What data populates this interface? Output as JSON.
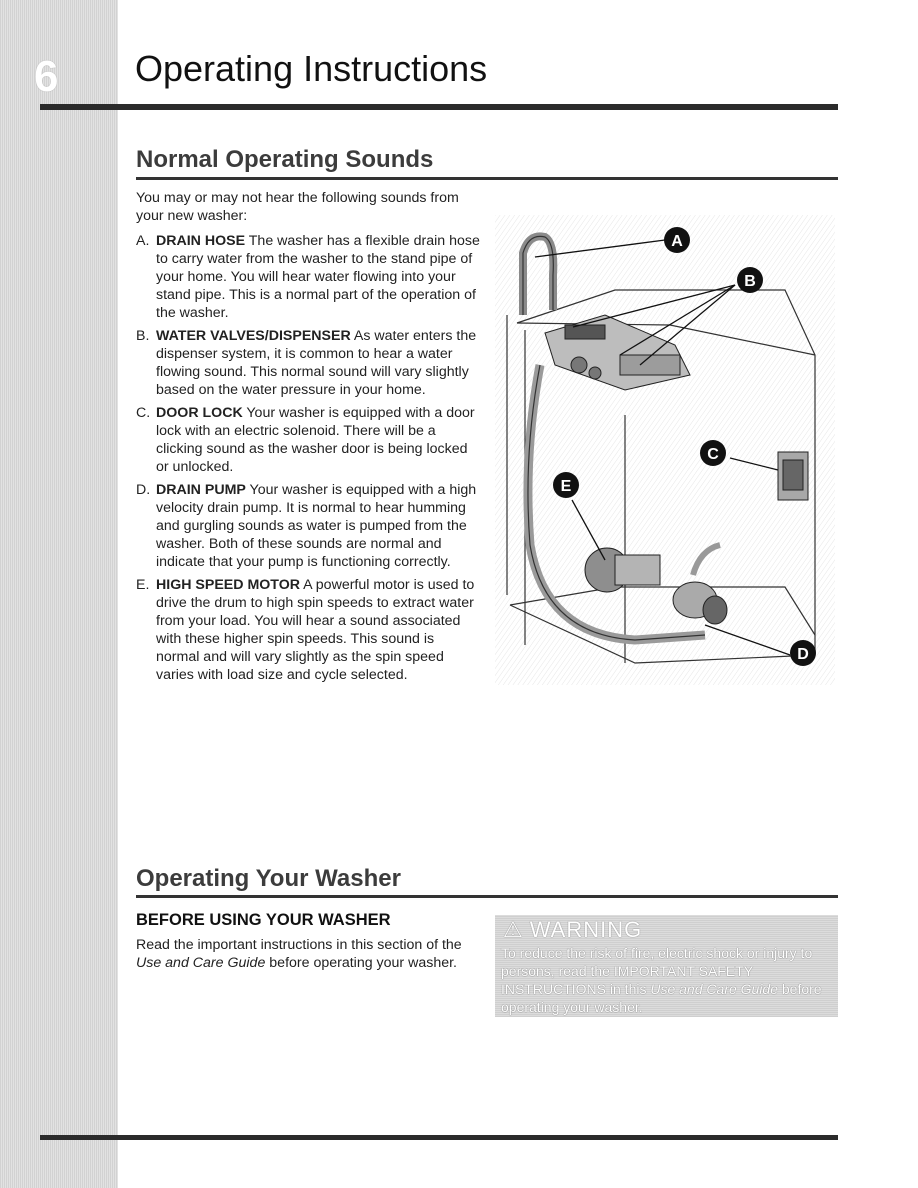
{
  "page": {
    "number": "6",
    "title": "Operating Instructions"
  },
  "normal_sounds": {
    "heading": "Normal Operating Sounds",
    "intro": "You may or may not hear the following sounds from your new washer:",
    "items": [
      {
        "letter": "A.",
        "term": "DRAIN HOSE",
        "text": "The washer has a flexible drain hose to carry water from the washer to the stand pipe of your home. You will hear water flowing into your stand pipe. This is a normal part of the operation of the washer."
      },
      {
        "letter": "B.",
        "term": "WATER VALVES/DISPENSER",
        "text": "As water enters the dispenser system, it is common to hear a water flowing sound. This normal sound will vary slightly based on the water pressure in your home."
      },
      {
        "letter": "C.",
        "term": "DOOR LOCK",
        "text": "Your washer is equipped with a door lock with an electric solenoid. There will be a clicking sound as the washer door is being locked or unlocked."
      },
      {
        "letter": "D.",
        "term": "DRAIN PUMP",
        "text": "Your washer is equipped with a high velocity drain pump. It is normal to hear humming and gurgling sounds as water is pumped from the washer. Both of these sounds are normal and indicate that your pump is functioning correctly."
      },
      {
        "letter": "E.",
        "term": "HIGH SPEED MOTOR",
        "text": "A powerful motor is used to drive the drum to high spin speeds to extract water from your load. You will hear a sound associated with these higher spin speeds. This sound is normal and will vary slightly as the spin speed varies with load size and cycle selected."
      }
    ],
    "callouts": [
      "A",
      "B",
      "C",
      "D",
      "E"
    ]
  },
  "operating": {
    "heading": "Operating Your Washer",
    "subheading": "BEFORE USING YOUR WASHER",
    "text_before": "Read the important instructions in this section of the ",
    "text_italic": "Use and Care Guide",
    "text_after": " before operating your washer."
  },
  "warning": {
    "title": "WARNING",
    "icon": "warning-triangle-icon",
    "text_before": "To reduce the risk of fire, electric shock or injury to persons, read the IMPORTANT SAFETY INSTRUCTIONS in this ",
    "text_italic": "Use and Care Guide",
    "text_after": " before operating your washer."
  }
}
